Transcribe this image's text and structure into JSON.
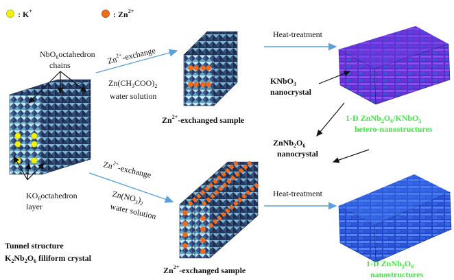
{
  "legend": {
    "k": {
      "text": "K",
      "sup": "+"
    },
    "zn": {
      "text": "Zn",
      "sup": "2+"
    }
  },
  "labels": {
    "nbo6": {
      "line1_a": "NbO",
      "line1_sub": "6",
      "line1_b": "octahedron",
      "line2": "chains"
    },
    "ko6": {
      "line1_a": "KO",
      "line1_sub": "6",
      "line1_b": "octahedron",
      "line2": "layer"
    },
    "tunnel": {
      "line1": "Tunnel structure",
      "line2_a": "K",
      "line2_sub1": "2",
      "line2_b": "Nb",
      "line2_sub2": "2",
      "line2_c": "O",
      "line2_sub3": "6",
      "line2_d": " filiform crystal"
    },
    "top_exchange": {
      "line1_a": "Zn",
      "line1_sup": "2+",
      "line1_b": "-exchange",
      "line2_a": "Zn(CH",
      "line2_sub1": "3",
      "line2_b": "COO)",
      "line2_sub2": "2",
      "line3": "water solution"
    },
    "bottom_exchange": {
      "line1_a": "Zn",
      "line1_sup": "2+",
      "line1_b": "-exchange",
      "line2_a": "Zn(NO",
      "line2_sub1": "3",
      "line2_b": ")",
      "line2_sub2": "2",
      "line3": "water solution"
    },
    "exchanged_top": {
      "a": "Zn",
      "sup": "2+",
      "b": "-exchanged sample"
    },
    "exchanged_bottom": {
      "a": "Zn",
      "sup": "2+",
      "b": "-exchanged sample"
    },
    "heat_top": "Heat-treatment",
    "heat_bottom": "Heat-treatment",
    "knbo3": {
      "line1_a": "KNbO",
      "line1_sub": "3",
      "line2": "nanocrystal"
    },
    "znnb2o6": {
      "line1_a": "ZnNb",
      "line1_sub1": "2",
      "line1_b": "O",
      "line1_sub2": "6",
      "line2": "nanocrystal"
    },
    "hetero": {
      "line1_a": "1-D ZnNb",
      "line1_sub1": "2",
      "line1_b": "O",
      "line1_sub2": "6",
      "line1_c": "/KNbO",
      "line1_sub3": "3",
      "line2": "hetero-nanostructures"
    },
    "nano": {
      "line1_a": "1-D ZnNb",
      "line1_sub1": "2",
      "line1_b": "O",
      "line1_sub2": "6",
      "line2": "nanostructures"
    }
  },
  "colors": {
    "k_ion": "#f2f20a",
    "zn_ion": "#f26a1b",
    "crystal_face": "#8fd3e6",
    "crystal_dark": "#2a3f6e",
    "product_top": "#7a2bd6",
    "product_bottom": "#2d5fe0",
    "arrow": "#5aa0dc",
    "green_text": "#3fe83f"
  }
}
